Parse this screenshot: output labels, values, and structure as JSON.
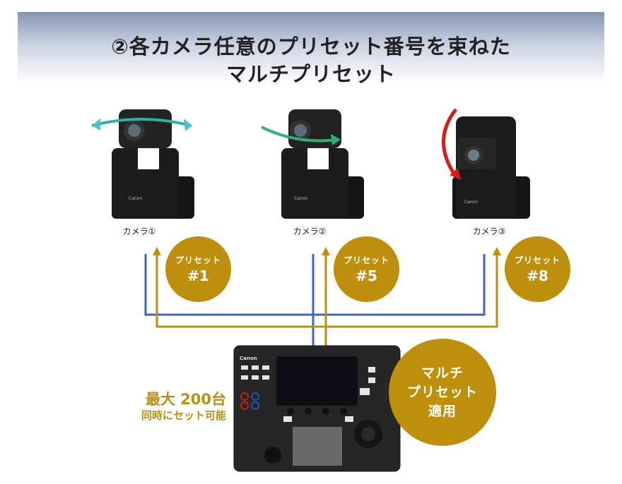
{
  "title": {
    "line1": "②各カメラ任意のプリセット番号を束ねた",
    "line2": "マルチプリセット"
  },
  "cameras": [
    {
      "label": "カメラ①",
      "preset_label": "プリセット",
      "preset_number": "#1"
    },
    {
      "label": "カメラ②",
      "preset_label": "プリセット",
      "preset_number": "#5"
    },
    {
      "label": "カメラ③",
      "preset_label": "プリセット",
      "preset_number": "#8"
    }
  ],
  "brand": "Canon",
  "controller": {
    "apply_line1": "マルチ",
    "apply_line2": "プリセット",
    "apply_line3": "適用"
  },
  "note": {
    "line1": "最大 200台",
    "line2": "同時にセット可能"
  },
  "colors": {
    "gold": "#bd8f0a",
    "blue": "#3a66c4",
    "camera": "#1a1a1a"
  }
}
